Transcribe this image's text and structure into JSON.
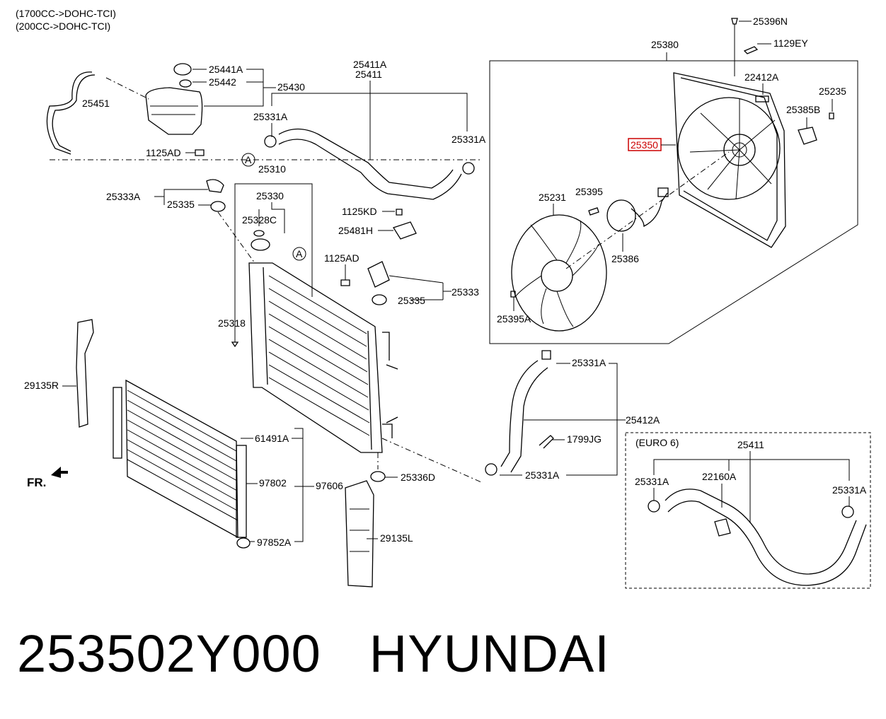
{
  "header_notes": [
    "(1700CC->DOHC-TCI)",
    "(200CC->DOHC-TCI)"
  ],
  "labels": {
    "p25396N": "25396N",
    "p1129EY": "1129EY",
    "p25380": "25380",
    "p22412A": "22412A",
    "p25235": "25235",
    "p25385B": "25385B",
    "p25350": "25350",
    "p25231": "25231",
    "p25395": "25395",
    "p25386": "25386",
    "p25395A": "25395A",
    "p25441A": "25441A",
    "p25442": "25442",
    "p25430": "25430",
    "p25451": "25451",
    "p1125AD_a": "1125AD",
    "p25411A": "25411A",
    "p25411_top": "25411",
    "p25331A_1": "25331A",
    "p25331A_2": "25331A",
    "callout_A": "A",
    "p25310": "25310",
    "p25330": "25330",
    "p25328C": "25328C",
    "p25333A": "25333A",
    "p25335_a": "25335",
    "p1125KD": "1125KD",
    "p25481H": "25481H",
    "p1125AD_b": "1125AD",
    "p25333": "25333",
    "p25335_b": "25335",
    "p25318": "25318",
    "p29135R": "29135R",
    "p25331A_3": "25331A",
    "p25412A": "25412A",
    "p1799JG": "1799JG",
    "p25331A_4": "25331A",
    "p25336D": "25336D",
    "p61491A": "61491A",
    "p97802": "97802",
    "p97606": "97606",
    "p97852A": "97852A",
    "p29135L": "29135L",
    "fr": "FR.",
    "euro6": "(EURO 6)",
    "p25411_euro": "25411",
    "p25331A_e1": "25331A",
    "p22160A": "22160A",
    "p25331A_e2": "25331A"
  },
  "part_number": "253502Y000",
  "brand": "HYUNDAI",
  "highlight_color": "#cc0000"
}
